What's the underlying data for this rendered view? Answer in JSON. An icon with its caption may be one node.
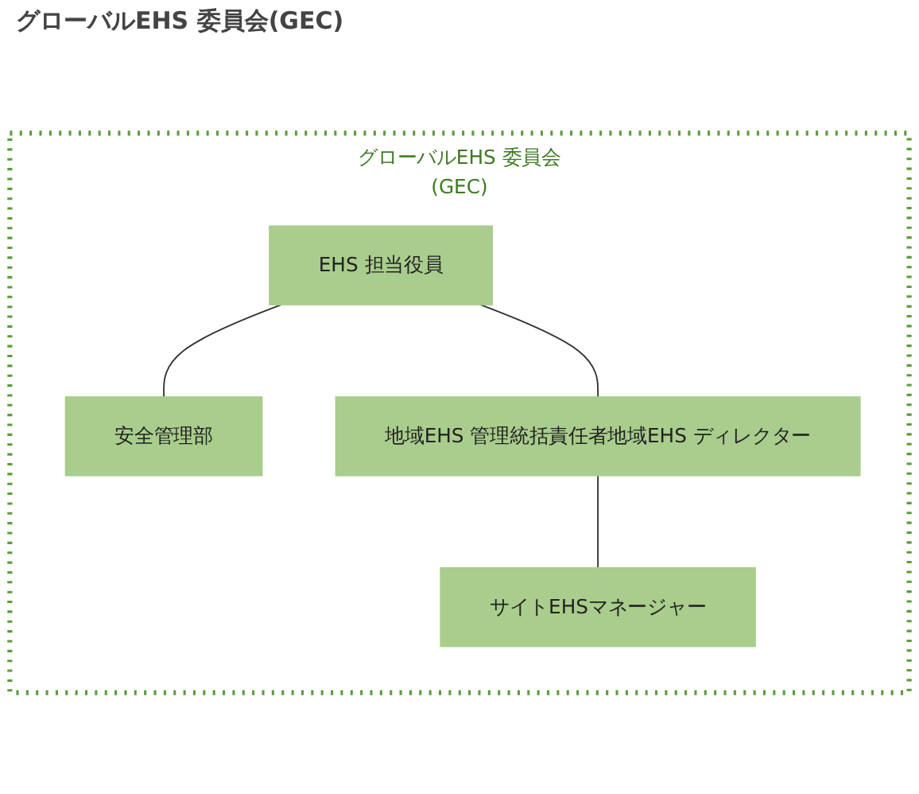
{
  "diagram": {
    "title": "グローバルEHS 委員会(GEC)",
    "nodes": [
      {
        "text": [
          "グローバルEHS 委員会(GEC)"
        ]
      },
      {
        "text": [
          "EHS 担当役員"
        ],
        "in": 0
      },
      {
        "text": [
          "安全管理部"
        ],
        "in": 0
      },
      {
        "text": [
          "地域EHS 管理統括責任者地域EHS ディレクター"
        ],
        "in": 0
      },
      {
        "text": [
          "サイトEHSマネージャー"
        ],
        "in": 0
      }
    ],
    "edges": [
      {
        "from": 1,
        "to": 2,
        "arrow": "none"
      },
      {
        "from": 1,
        "to": 3,
        "arrow": "none"
      },
      {
        "from": 3,
        "to": 4,
        "arrow": "none"
      }
    ]
  }
}
